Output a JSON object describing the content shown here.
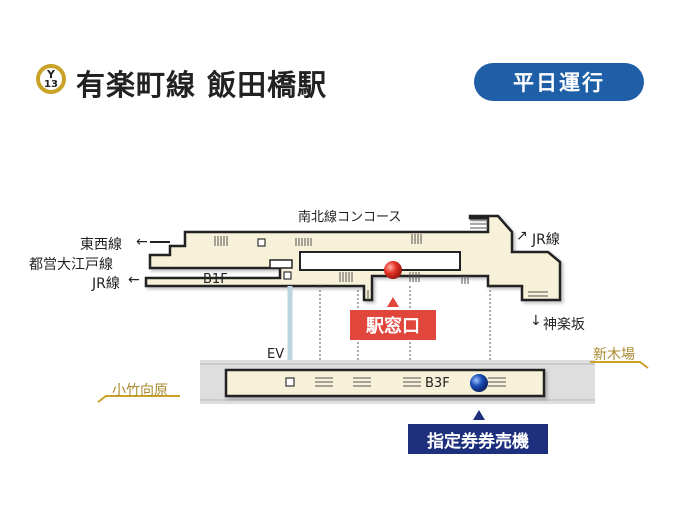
{
  "header": {
    "line_code_letter": "Y",
    "line_code_number": "13",
    "title": "有楽町線 飯田橋駅",
    "schedule": "平日運行"
  },
  "map": {
    "concourse_label": "南北線コンコース",
    "transfers": {
      "tozai": "東西線",
      "oedo": "都営大江戸線",
      "jr_left": "JR線",
      "jr_right": "JR線",
      "kagurazaka": "神楽坂"
    },
    "levels": {
      "b1f": "B1F",
      "b3f": "B3F"
    },
    "ev_label": "EV",
    "directions": {
      "left": "小竹向原",
      "right": "新木場"
    },
    "facilities": {
      "ticket_office": "駅窓口",
      "reserved_ticket_machine": "指定券券売機"
    }
  },
  "colors": {
    "accent_blue": "#1f5fa8",
    "ticket_office_red": "#e0463b",
    "machine_navy": "#1d2f7d",
    "line_gold": "#c9a227",
    "concourse_fill": "#f6f1d8"
  }
}
